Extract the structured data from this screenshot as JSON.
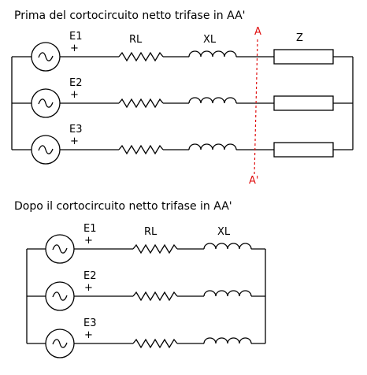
{
  "before": {
    "title": "Prima del cortocircuito netto trifase in AA'",
    "phases": [
      {
        "source_label": "E1",
        "polarity": "+"
      },
      {
        "source_label": "E2",
        "polarity": "+"
      },
      {
        "source_label": "E3",
        "polarity": "+"
      }
    ],
    "resistor_label": "RL",
    "inductor_label": "XL",
    "load_label": "Z",
    "fault_top_label": "A",
    "fault_bottom_label": "A'",
    "fault_color": "#e01010"
  },
  "after": {
    "title": "Dopo il cortocircuito netto trifase in AA'",
    "phases": [
      {
        "source_label": "E1",
        "polarity": "+"
      },
      {
        "source_label": "E2",
        "polarity": "+"
      },
      {
        "source_label": "E3",
        "polarity": "+"
      }
    ],
    "resistor_label": "RL",
    "inductor_label": "XL"
  }
}
